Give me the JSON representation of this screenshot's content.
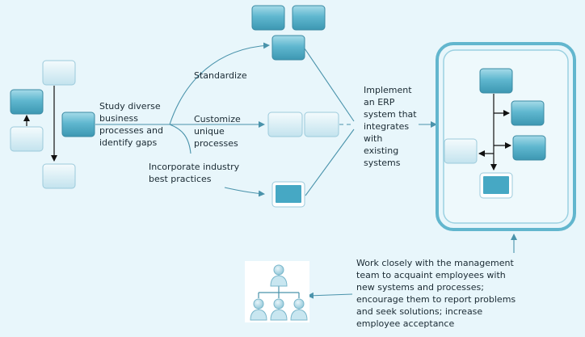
{
  "labels": {
    "study": "Study diverse\nbusiness\nprocesses and\nidentify gaps",
    "standardize": "Standardize",
    "customize": "Customize\nunique\nprocesses",
    "incorporate": "Incorporate industry\nbest practices",
    "implement": "Implement\nan ERP\nsystem that\nintegrates\nwith\nexisting\nsystems",
    "work": "Work closely with the management\nteam to acquaint employees with\nnew systems and processes;\nencourage them to report problems\nand seek solutions;  increase\nemployee acceptance"
  },
  "colors": {
    "background": "#e8f6fb",
    "block_dark": "#4aa9c3",
    "block_light": "#cfeaf3",
    "connector": "#4a93ab",
    "frame": "#5db3cc",
    "arrow_black": "#111111"
  }
}
